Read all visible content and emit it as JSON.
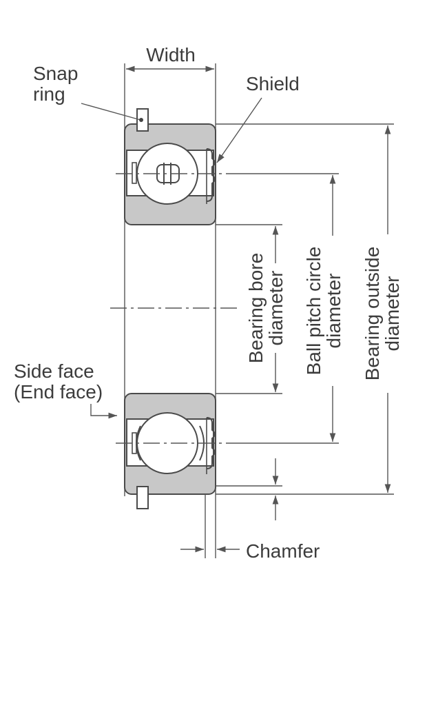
{
  "labels": {
    "width": "Width",
    "snap_ring_line1": "Snap",
    "snap_ring_line2": "ring",
    "shield": "Shield",
    "side_face_line1": "Side face",
    "side_face_line2": "(End face)",
    "chamfer": "Chamfer",
    "bore_line1": "Bearing bore",
    "bore_line2": "diameter",
    "pitch_line1": "Ball pitch circle",
    "pitch_line2": "diameter",
    "outside_line1": "Bearing outside",
    "outside_line2": "diameter"
  },
  "colors": {
    "ring_fill": "#c8c8c8",
    "line": "#4a4a4a",
    "text": "#3c3c3c"
  }
}
